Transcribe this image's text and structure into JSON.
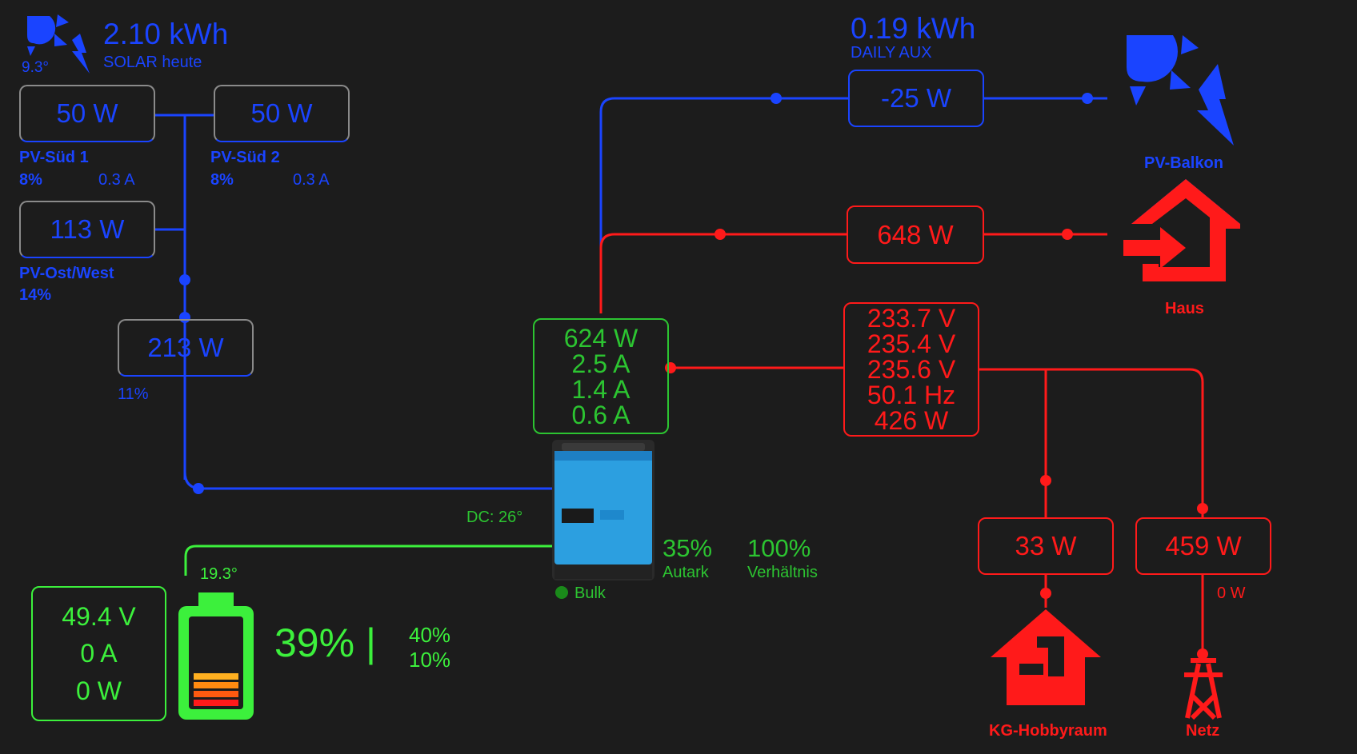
{
  "colors": {
    "blue": "#1a44ff",
    "red": "#ff1a1a",
    "green": "#2cc431",
    "light_green": "#3cf03c",
    "background": "#1c1c1c"
  },
  "solar": {
    "total": "2.10 kWh",
    "label": "SOLAR heute",
    "angle": "9.3°",
    "icon": "solar-sun-bolt-icon",
    "strings": [
      {
        "power": "50 W",
        "name": "PV-Süd 1",
        "percent": "8%",
        "current": "0.3 A"
      },
      {
        "power": "50 W",
        "name": "PV-Süd 2",
        "percent": "8%",
        "current": "0.3 A"
      },
      {
        "power": "113 W",
        "name": "PV-Ost/West",
        "percent": "14%"
      }
    ],
    "combined": {
      "power": "213 W",
      "percent": "11%"
    }
  },
  "aux": {
    "total": "0.19 kWh",
    "label": "DAILY AUX",
    "power": "-25 W",
    "name": "PV-Balkon",
    "icon": "solar-balcony-icon"
  },
  "house": {
    "power": "648 W",
    "name": "Haus",
    "icon": "house-arrow-icon"
  },
  "grid_meter": {
    "lines": [
      "233.7 V",
      "235.4 V",
      "235.6 V",
      "50.1 Hz",
      "426 W"
    ]
  },
  "inverter": {
    "lines": [
      "624 W",
      "2.5 A",
      "1.4 A",
      "0.6 A"
    ],
    "dc_temp": "DC: 26°",
    "state": "Bulk",
    "autark_value": "35%",
    "autark_label": "Autark",
    "ratio_value": "100%",
    "ratio_label": "Verhältnis"
  },
  "battery": {
    "voltage": "49.4 V",
    "current": "0 A",
    "power": "0 W",
    "temp": "19.3°",
    "soc": "39% |",
    "soc_level": 0.39,
    "upper": "40%",
    "lower": "10%"
  },
  "hobby": {
    "power": "33 W",
    "name": "KG-Hobbyraum",
    "icon": "house-basement-icon"
  },
  "netz": {
    "power": "459 W",
    "sub": "0 W",
    "name": "Netz",
    "icon": "power-pylon-icon"
  }
}
